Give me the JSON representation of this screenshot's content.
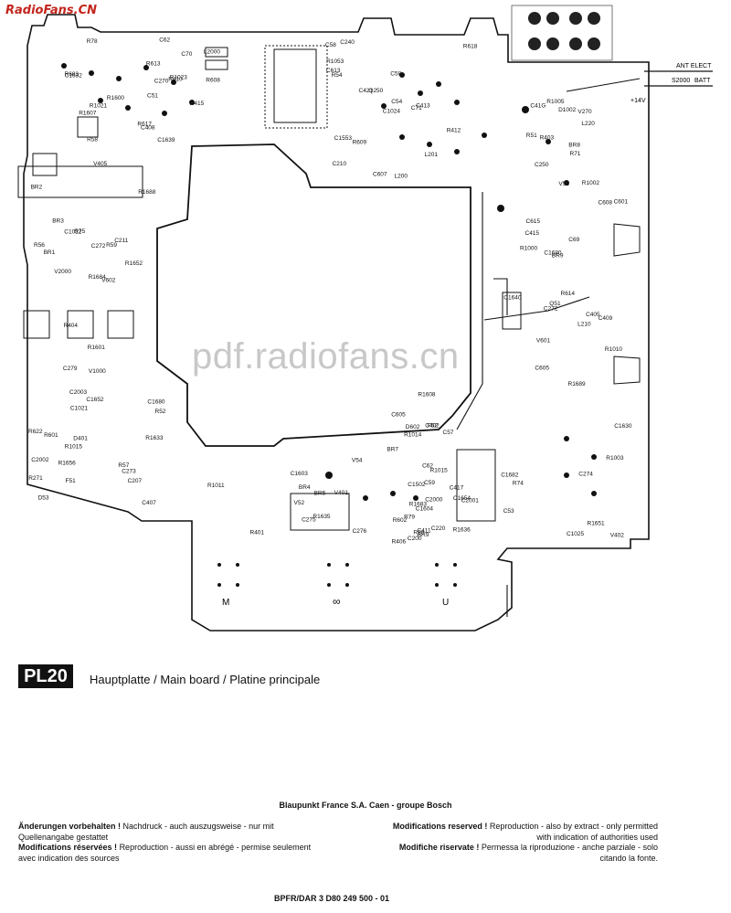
{
  "watermark_top": "RadioFans.CN",
  "watermark_center": "pdf.radiofans.cn",
  "board": {
    "badge": "PL20",
    "caption": "Hauptplatte / Main board / Platine principale",
    "connectors": {
      "ant": "ANT ELECT",
      "batt": "BATT",
      "switch": "S2000",
      "plus14": "+14V"
    },
    "bottom_labels": {
      "m": "M",
      "inf": "∞",
      "u": "U"
    },
    "components": [
      "C51",
      "R54",
      "V53",
      "C53",
      "R59",
      "F51",
      "V54",
      "F52",
      "C70",
      "C71",
      "C41G",
      "V402",
      "BR1",
      "R52",
      "V52",
      "C57",
      "R58",
      "C58",
      "R71",
      "R74",
      "R75",
      "D53",
      "R401",
      "C402",
      "R410",
      "R412",
      "R51",
      "Q51",
      "R56",
      "R57",
      "C59",
      "C62",
      "R617",
      "C54",
      "R403",
      "C405",
      "R404",
      "C407",
      "C411",
      "C417",
      "C62",
      "Q250",
      "C250",
      "C274",
      "C279",
      "R622",
      "V401",
      "R406",
      "C408",
      "C413",
      "C415",
      "R1010",
      "BR2",
      "C273",
      "C276",
      "R79",
      "R78",
      "C58",
      "C69",
      "C409",
      "V405",
      "R1015",
      "R1011",
      "R1014",
      "L2000",
      "C240",
      "V270",
      "C272",
      "C272",
      "R271",
      "C275",
      "R80",
      "R415",
      "C421",
      "R1000",
      "C1640",
      "BR3",
      "C2002",
      "BR4",
      "C220",
      "C270",
      "C210",
      "R1002",
      "R1003",
      "V1000",
      "R1633",
      "R1635",
      "R1636",
      "C1639",
      "L201",
      "D1002",
      "C1630",
      "C211",
      "C207",
      "BR5",
      "C2001",
      "C1632",
      "L200",
      "L220",
      "L210",
      "V2000",
      "C2003",
      "C2000",
      "BR7",
      "R1021",
      "R609",
      "C1680",
      "R1689",
      "R1688",
      "D401",
      "R1683",
      "C605",
      "R613",
      "C1024",
      "R1005",
      "C1682",
      "R1684",
      "C1680",
      "C1603",
      "R1608",
      "R1607",
      "R618",
      "BR8",
      "V601",
      "R1652",
      "R1656",
      "C200",
      "BR9",
      "R608",
      "C613",
      "C615",
      "C1025",
      "C1022",
      "C1021",
      "C1604",
      "C1654",
      "R1600",
      "C1553",
      "C601",
      "C605",
      "V602",
      "R601",
      "R602",
      "R1015",
      "R1023",
      "R1053",
      "BR9",
      "R1651",
      "R1601",
      "C1652",
      "C1502",
      "D602",
      "R603",
      "C607",
      "C608",
      "R614"
    ]
  },
  "company_line": "Blaupunkt France S.A. Caen - groupe Bosch",
  "notice_de_strong": "Änderungen vorbehalten !",
  "notice_de_text": "Nachdruck - auch auszugsweise - nur mit Quellenangabe gestattet",
  "notice_fr_strong": "Modifications réservées !",
  "notice_fr_text": "Reproduction - aussi en abrégé - permise seulement avec indication des sources",
  "notice_en_strong": "Modifications reserved !",
  "notice_en_text": "Reproduction - also by extract - only permitted with indication of authorities used",
  "notice_it_strong": "Modifiche riservate !",
  "notice_it_text": "Permessa la riproduzione - anche parziale - solo citando la fonte.",
  "doc_ref": "BPFR/DAR 3 D80 249 500 - 01"
}
